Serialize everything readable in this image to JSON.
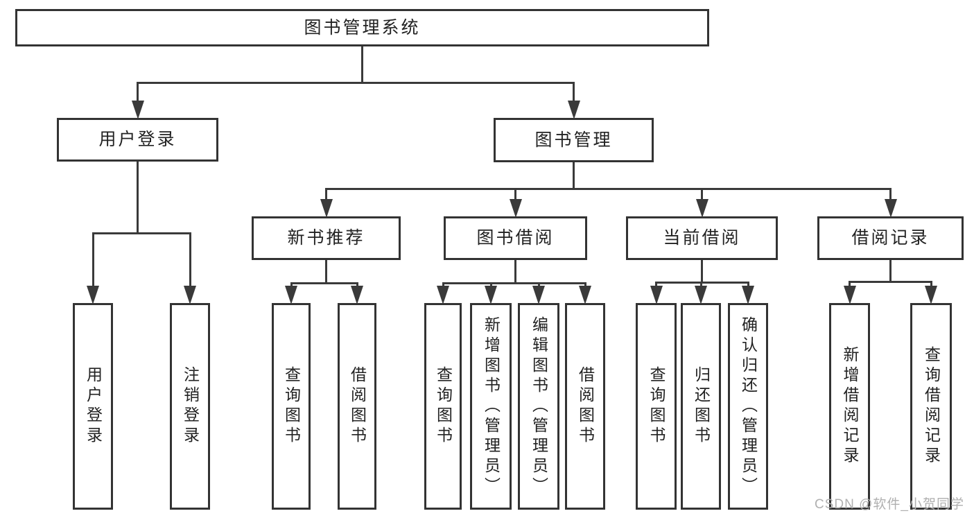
{
  "diagram": {
    "title": "图书管理系统",
    "watermark": "CSDN @软件_小贺同学",
    "colors": {
      "background": "#ffffff",
      "line": "#3a3a3a",
      "box_border": "#333333",
      "text": "#222222",
      "watermark": "#b0b0b0"
    },
    "nodes": {
      "root": {
        "label": "图书管理系统"
      },
      "login": {
        "label": "用户登录"
      },
      "mgmt": {
        "label": "图书管理"
      },
      "newrec": {
        "label": "新书推荐"
      },
      "borrow": {
        "label": "图书借阅"
      },
      "current": {
        "label": "当前借阅"
      },
      "record": {
        "label": "借阅记录"
      },
      "l_login": {
        "label": "用户登录"
      },
      "l_logout": {
        "label": "注销登录"
      },
      "n_query": {
        "label": "查询图书"
      },
      "n_borrow": {
        "label": "借阅图书"
      },
      "b_query": {
        "label": "查询图书"
      },
      "b_add": {
        "label": "新增图书（管理员）"
      },
      "b_edit": {
        "label": "编辑图书（管理员）"
      },
      "b_borrow": {
        "label": "借阅图书"
      },
      "c_query": {
        "label": "查询图书"
      },
      "c_return": {
        "label": "归还图书"
      },
      "c_confirm": {
        "label": "确认归还（管理员）"
      },
      "r_add": {
        "label": "新增借阅记录"
      },
      "r_query": {
        "label": "查询借阅记录"
      }
    },
    "edges": [
      [
        "root",
        "login"
      ],
      [
        "root",
        "mgmt"
      ],
      [
        "login",
        "l_login"
      ],
      [
        "login",
        "l_logout"
      ],
      [
        "mgmt",
        "newrec"
      ],
      [
        "mgmt",
        "borrow"
      ],
      [
        "mgmt",
        "current"
      ],
      [
        "mgmt",
        "record"
      ],
      [
        "newrec",
        "n_query"
      ],
      [
        "newrec",
        "n_borrow"
      ],
      [
        "borrow",
        "b_query"
      ],
      [
        "borrow",
        "b_add"
      ],
      [
        "borrow",
        "b_edit"
      ],
      [
        "borrow",
        "b_borrow"
      ],
      [
        "current",
        "c_query"
      ],
      [
        "current",
        "c_return"
      ],
      [
        "current",
        "c_confirm"
      ],
      [
        "record",
        "r_add"
      ],
      [
        "record",
        "r_query"
      ]
    ]
  }
}
